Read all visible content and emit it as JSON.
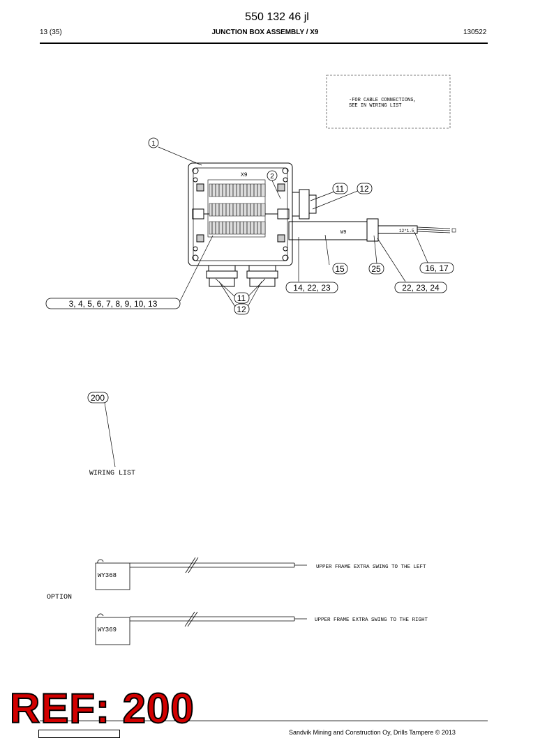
{
  "header": {
    "doc_number": "550 132 46 jl",
    "page": "13 (35)",
    "title": "JUNCTION BOX ASSEMBLY / X9",
    "date": "130522"
  },
  "note": {
    "line1": "-FOR CABLE CONNECTIONS,",
    "line2": "SEE IN WIRING LIST"
  },
  "drawing": {
    "box_label": "X9",
    "cable_label": "W9",
    "cable_spec": "12*1.5",
    "callouts": {
      "c1": "1",
      "c2": "2",
      "c11a": "11",
      "c12a": "12",
      "c15": "15",
      "c25": "25",
      "c16_17": "16, 17",
      "c14_22_23": "14, 22, 23",
      "c22_23_24": "22, 23, 24",
      "c3_13": "3, 4, 5, 6, 7, 8, 9, 10, 13",
      "c11b": "11",
      "c12b": "12",
      "c200": "200"
    }
  },
  "wiring": {
    "label": "WIRING LIST"
  },
  "option": {
    "label": "OPTION",
    "items": [
      {
        "code": "WY368",
        "desc": "UPPER FRAME EXTRA SWING TO THE LEFT"
      },
      {
        "code": "WY369",
        "desc": "UPPER FRAME EXTRA SWING TO THE RIGHT"
      }
    ]
  },
  "footer": {
    "ref": "REF: 200",
    "copyright": "Sandvik Mining and Construction Oy, Drills Tampere © 2013"
  }
}
